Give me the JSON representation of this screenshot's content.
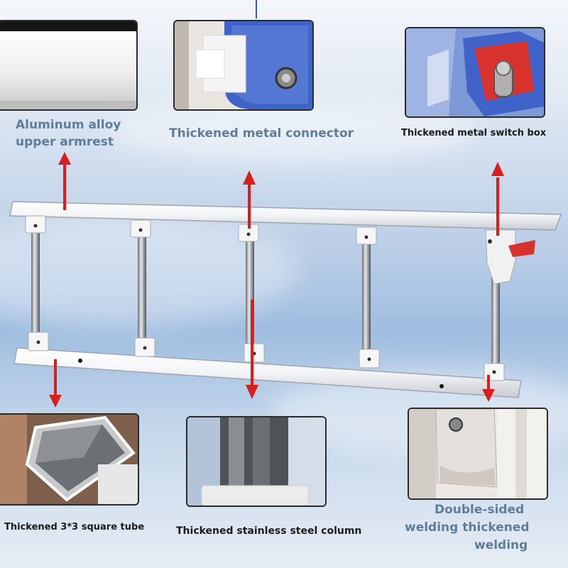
{
  "labels": {
    "aluminum_line1": "Aluminum alloy",
    "aluminum_line2": "upper armrest",
    "connector": "Thickened metal connector",
    "switch_box": "Thickened metal switch box",
    "square_tube": "Thickened 3*3 square tube",
    "stainless_column": "Thickened stainless steel column",
    "welding_line1": "Double-sided",
    "welding_line2": "welding thickened",
    "welding_line3": "welding"
  },
  "colors": {
    "arrow": "#d81e1e",
    "caption_blue": "#5f7d98",
    "caption_dark": "#1b1b1b",
    "connector_blue": "#3f63c9",
    "switch_red": "#d8322f"
  }
}
